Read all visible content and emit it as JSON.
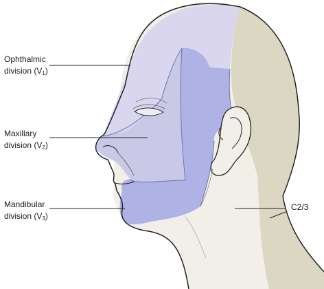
{
  "labels": {
    "ophthalmic": {
      "line1": "Ophthalmic",
      "line2": "division (V",
      "sub": "1",
      "close": ")"
    },
    "maxillary": {
      "line1": "Maxillary",
      "line2": "division (V",
      "sub": "2",
      "close": ")"
    },
    "mandibular": {
      "line1": "Mandibular",
      "line2": "division (V",
      "sub": "3",
      "close": ")"
    },
    "cervical": "C2/3"
  },
  "colors": {
    "ophthalmic": "#d9d6ee",
    "maxillary": "#c9c8e6",
    "mandibular": "#aeb2e4",
    "cervical_back": "#dcd7c2",
    "neck_skin": "#f1efe7",
    "outline": "#222222",
    "boundary": "#6f72b8"
  }
}
